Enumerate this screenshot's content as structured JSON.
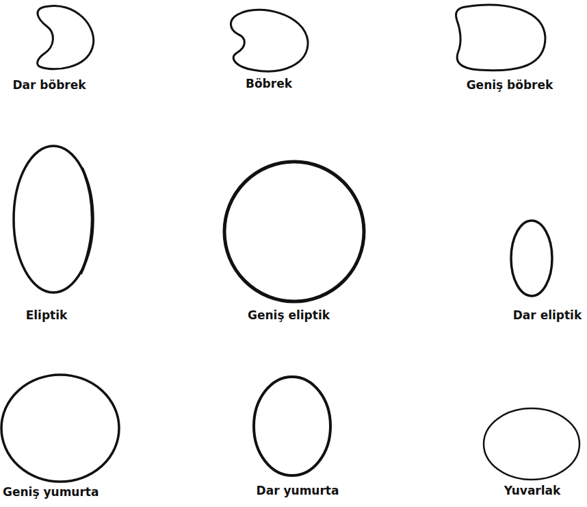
{
  "diagram": {
    "labels": [
      "Dar böbrek",
      "Böbrek",
      "Geniş böbrek",
      "Eliptik",
      "Geniş eliptik",
      "Dar eliptik",
      "Geniş yumurta",
      "Dar yumurta",
      "Yuvarlak"
    ]
  }
}
